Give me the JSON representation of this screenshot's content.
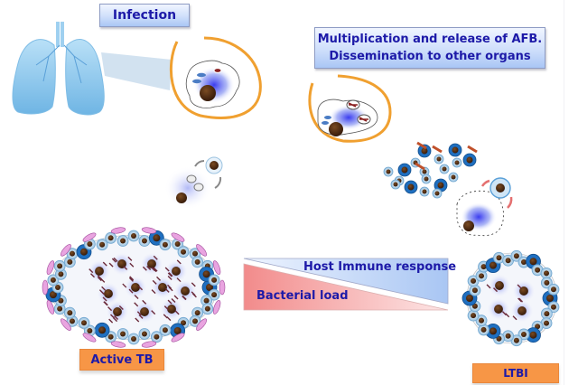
{
  "labels": {
    "infection": "Infection",
    "afb_line1": "Multiplication  and  release of AFB.",
    "afb_line2": "Dissemination  to other organs",
    "active_tb": "Active TB",
    "ltbi": "LTBI"
  },
  "gradient_scale": {
    "host_immune_response": "Host Immune response",
    "bacterial_load": "Bacterial load"
  },
  "colors": {
    "label_text": "#1d1aa8",
    "blue_box": "#cfdffb",
    "orange_box": "#f79646",
    "macrophage_outline": "#f0a030",
    "lung": "#8ec8ee",
    "immune_triangle": "#b8d0f4",
    "bacterial_triangle": "#f59a9a"
  }
}
